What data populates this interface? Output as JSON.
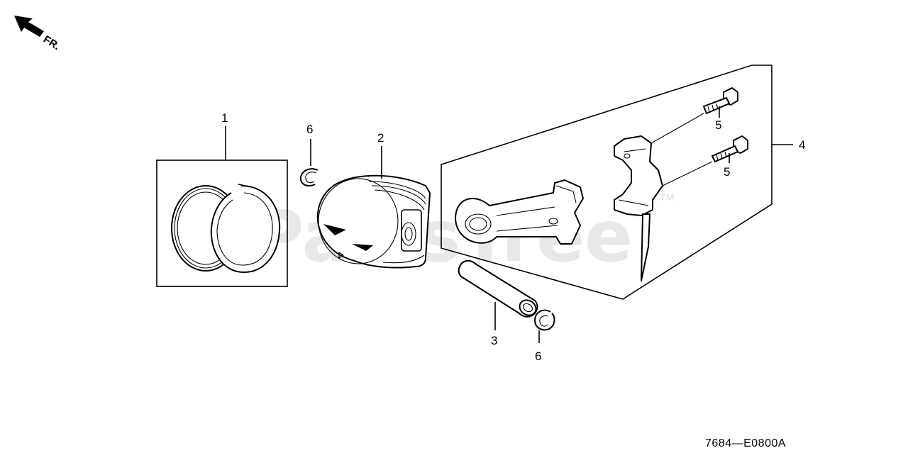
{
  "watermark": {
    "text": "PartsTree",
    "trademark": "TM"
  },
  "direction_indicator": {
    "label": "FR."
  },
  "callouts": {
    "piston_ring_set": "1",
    "piston": "2",
    "piston_pin": "3",
    "connecting_rod_assembly": "4",
    "rod_bolt_upper": "5",
    "rod_bolt_lower": "5",
    "pin_clip_upper": "6",
    "pin_clip_lower": "6"
  },
  "diagram_code": "7684—E0800A"
}
